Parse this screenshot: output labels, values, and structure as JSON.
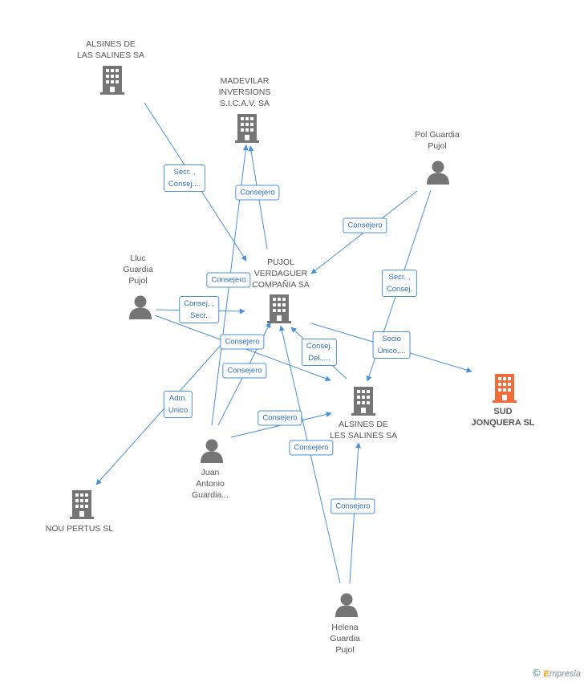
{
  "colors": {
    "edge": "#4a90d9",
    "node": "#757575",
    "target": "#f26b3a"
  },
  "nodes": [
    {
      "id": "alsines_salines",
      "type": "company",
      "label": "ALSINES DE\nLAS SALINES SA"
    },
    {
      "id": "madevilar",
      "type": "company",
      "label": "MADEVILAR\nINVERSIONS\nS.I.C.A.V. SA"
    },
    {
      "id": "pol",
      "type": "person",
      "label": "Pol Guardia\nPujol"
    },
    {
      "id": "lluc",
      "type": "person",
      "label": "Lluc\nGuardia\nPujol"
    },
    {
      "id": "pujol",
      "type": "company",
      "label": "PUJOL\nVERDAGUER\nCOMPAÑIA SA"
    },
    {
      "id": "sud",
      "type": "target",
      "label": "SUD\nJONQUERA SL"
    },
    {
      "id": "alsines_les",
      "type": "company",
      "label": "ALSINES DE\nLES SALINES SA"
    },
    {
      "id": "nou",
      "type": "company",
      "label": "NOU PERTUS  SL"
    },
    {
      "id": "juan",
      "type": "person",
      "label": "Juan\nAntonio\nGuardia..."
    },
    {
      "id": "helena",
      "type": "person",
      "label": "Helena\nGuardia\nPujol"
    }
  ],
  "edges": [
    {
      "label": "Secr. ,\nConsej...."
    },
    {
      "label": "Consejero"
    },
    {
      "label": "Consejero"
    },
    {
      "label": "Consejero"
    },
    {
      "label": "Secr. ,\nConsej."
    },
    {
      "label": "Consej. ,\nSecr."
    },
    {
      "label": "Consejero"
    },
    {
      "label": "Consej.\nDel.,..."
    },
    {
      "label": "Socio\nÚnico,..."
    },
    {
      "label": "Consejero"
    },
    {
      "label": "Adm.\nUnico"
    },
    {
      "label": "Consejero"
    },
    {
      "label": "Consejero"
    },
    {
      "label": "Consejero"
    }
  ],
  "footer": {
    "copyright": "©",
    "brand_e": "E",
    "brand_rest": "mpresia"
  }
}
